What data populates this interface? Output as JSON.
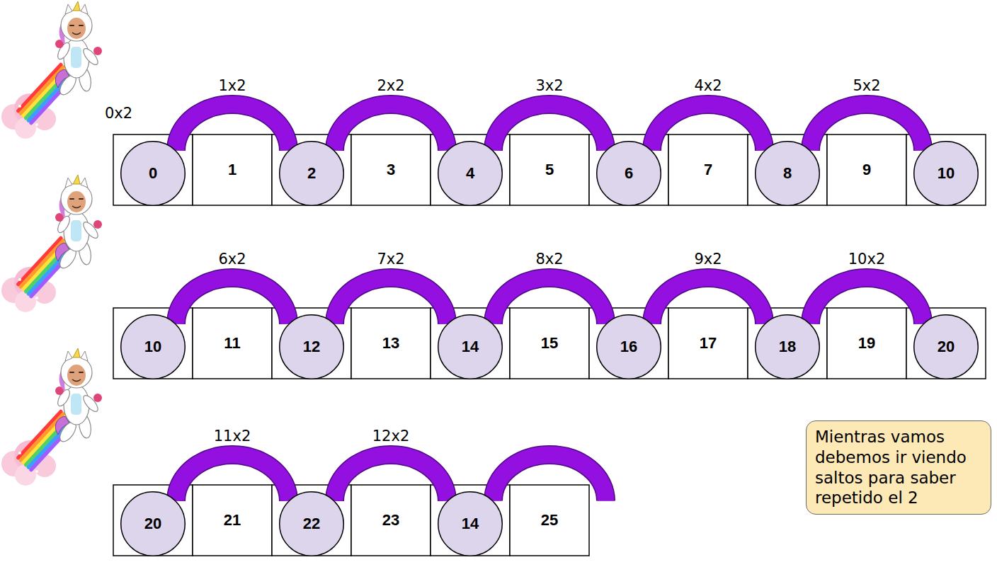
{
  "diagram": {
    "nodes": [
      {
        "text": [
          "0"
        ]
      },
      {
        "text": [
          "1"
        ]
      },
      {
        "text": [
          "2"
        ]
      },
      {
        "text": [
          "3"
        ]
      },
      {
        "text": [
          "4"
        ]
      },
      {
        "text": [
          "5"
        ]
      },
      {
        "text": [
          "6"
        ]
      },
      {
        "text": [
          "7"
        ]
      },
      {
        "text": [
          "8"
        ]
      },
      {
        "text": [
          "9"
        ]
      },
      {
        "text": [
          "10"
        ]
      },
      {
        "text": [
          "10"
        ]
      },
      {
        "text": [
          "11"
        ]
      },
      {
        "text": [
          "12"
        ]
      },
      {
        "text": [
          "13"
        ]
      },
      {
        "text": [
          "14"
        ]
      },
      {
        "text": [
          "15"
        ]
      },
      {
        "text": [
          "16"
        ]
      },
      {
        "text": [
          "17"
        ]
      },
      {
        "text": [
          "18"
        ]
      },
      {
        "text": [
          "19"
        ]
      },
      {
        "text": [
          "20"
        ]
      },
      {
        "text": [
          "20"
        ]
      },
      {
        "text": [
          "21"
        ]
      },
      {
        "text": [
          "22"
        ]
      },
      {
        "text": [
          "23"
        ]
      },
      {
        "text": [
          "14"
        ]
      },
      {
        "text": [
          "25"
        ]
      },
      {
        "text": [
          "Mientras vamos debemos ir viendo saltos para saber repetido el 2"
        ]
      }
    ],
    "edges": [
      {
        "from": 0,
        "to": 2,
        "arrow": "none",
        "label": "1x2"
      },
      {
        "from": 2,
        "to": 4,
        "arrow": "none",
        "label": "2x2"
      },
      {
        "from": 4,
        "to": 6,
        "arrow": "none",
        "label": "3x2"
      },
      {
        "from": 6,
        "to": 8,
        "arrow": "none",
        "label": "4x2"
      },
      {
        "from": 8,
        "to": 10,
        "arrow": "none",
        "label": "5x2"
      },
      {
        "from": 11,
        "to": 13,
        "arrow": "none",
        "label": "6x2"
      },
      {
        "from": 13,
        "to": 15,
        "arrow": "none",
        "label": "7x2"
      },
      {
        "from": 15,
        "to": 17,
        "arrow": "none",
        "label": "8x2"
      },
      {
        "from": 17,
        "to": 19,
        "arrow": "none",
        "label": "9x2"
      },
      {
        "from": 19,
        "to": 21,
        "arrow": "none",
        "label": "10x2"
      },
      {
        "from": 22,
        "to": 24,
        "arrow": "none",
        "label": "11x2"
      },
      {
        "from": 24,
        "to": 26,
        "arrow": "none",
        "label": "12x2"
      }
    ],
    "labels": [
      "0x2"
    ]
  }
}
